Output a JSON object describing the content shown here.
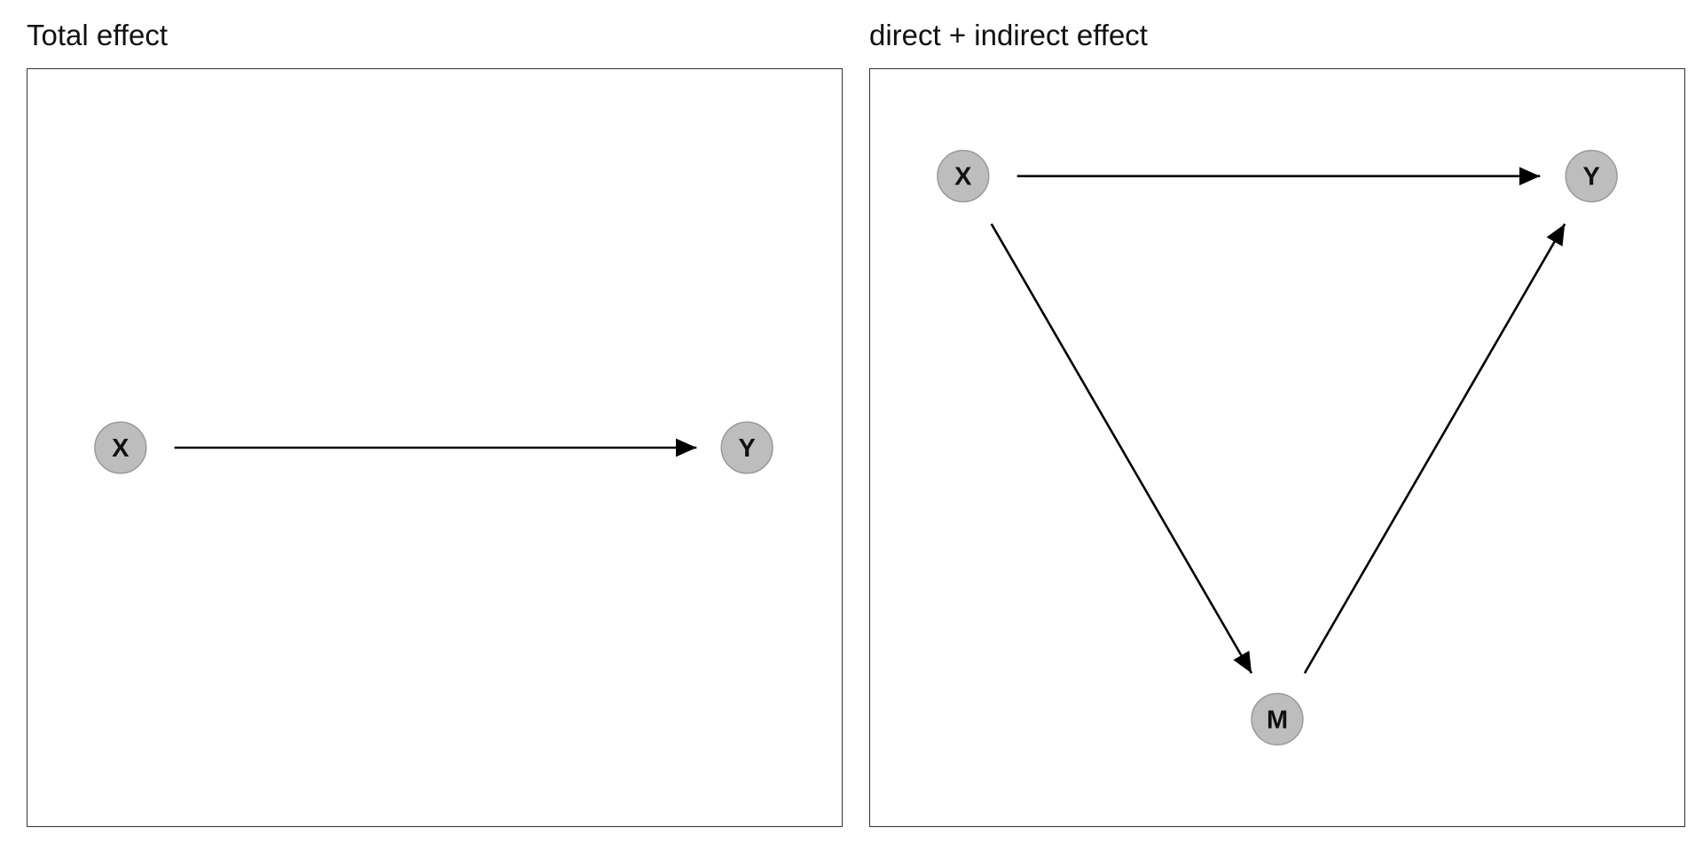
{
  "panels": [
    {
      "title": "Total effect",
      "nodes": {
        "x": "X",
        "y": "Y"
      }
    },
    {
      "title": "direct + indirect effect",
      "nodes": {
        "x": "X",
        "y": "Y",
        "m": "M"
      }
    }
  ],
  "colors": {
    "node_fill": "#bdbdbd",
    "node_stroke": "#9a9a9a",
    "edge": "#000000",
    "frame": "#333333"
  }
}
